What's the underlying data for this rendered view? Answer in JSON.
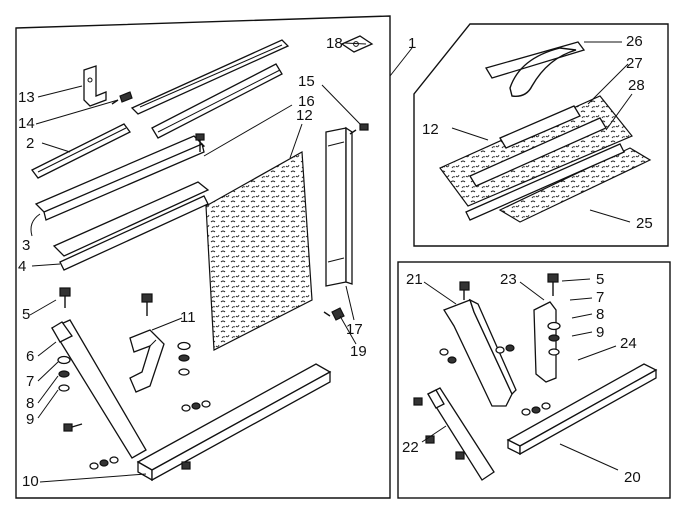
{
  "callouts": {
    "c1": "1",
    "c2": "2",
    "c3": "3",
    "c4": "4",
    "c5": "5",
    "c6": "6",
    "c7": "7",
    "c8": "8",
    "c9": "9",
    "c10": "10",
    "c11": "11",
    "c12": "12",
    "c13": "13",
    "c14": "14",
    "c15": "15",
    "c16": "16",
    "c17": "17",
    "c18": "18",
    "c19": "19",
    "r12": "12",
    "r25": "25",
    "r26": "26",
    "r27": "27",
    "r28": "28",
    "k5": "5",
    "k7": "7",
    "k8": "8",
    "k9": "9",
    "k20": "20",
    "k21": "21",
    "k22": "22",
    "k23": "23",
    "k24": "24"
  },
  "colors": {
    "ink": "#111111",
    "paper": "#ffffff"
  }
}
